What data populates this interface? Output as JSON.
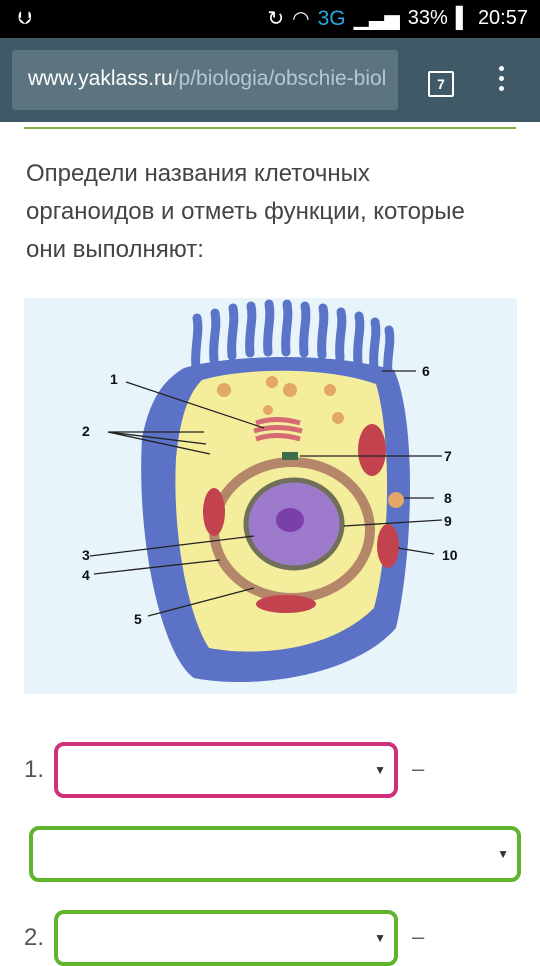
{
  "status_bar": {
    "network": "3G",
    "battery": "33%",
    "time": "20:57"
  },
  "browser": {
    "url_host": "www.yaklass.ru",
    "url_path": "/p/biologia/obschie-biol",
    "tab_count": "7"
  },
  "question": {
    "text": "Определи названия клеточных органоидов и отметь функции, которые они выполняют:"
  },
  "figure": {
    "labels": [
      "1",
      "2",
      "3",
      "4",
      "5",
      "6",
      "7",
      "8",
      "9",
      "10"
    ]
  },
  "answers": [
    {
      "number": "1.",
      "dash": "–",
      "organelle_value": "",
      "function_value": ""
    },
    {
      "number": "2.",
      "dash": "–",
      "organelle_value": ""
    }
  ]
}
